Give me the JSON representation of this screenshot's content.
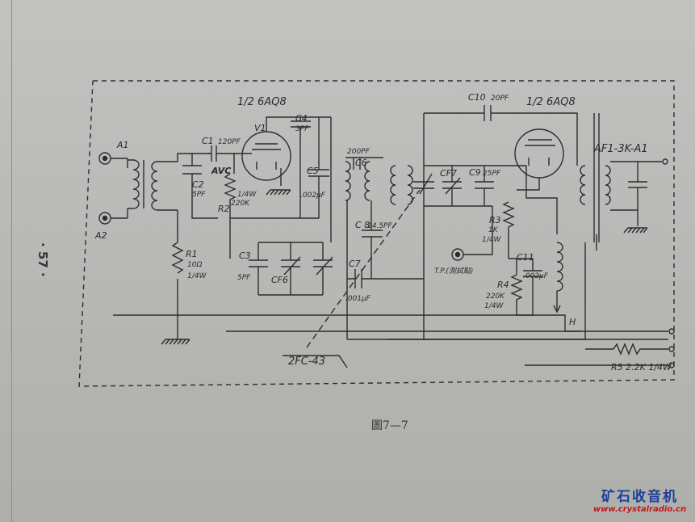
{
  "page_number": "· 57 ·",
  "caption": "圖7—7",
  "watermark": {
    "title": "矿石收音机",
    "url": "www.crystalradio.cn"
  },
  "labels": {
    "tube1": "1/2 6AQ8",
    "tube2": "1/2 6AQ8",
    "v1": "V1",
    "a1": "A1",
    "a2": "A2",
    "avc": "AVC",
    "c1": "C1",
    "c1_val": "120PF",
    "c2": "C2",
    "c2_val": "5PF",
    "c3": "C3",
    "c3_val": "5PF",
    "c4": "C4",
    "c4_val": "3PF",
    "c5": "C5",
    "c5_val": ".002μF",
    "c6": "C6",
    "c6_val": "200PF",
    "c7": "C7",
    "c7_val": ".001μF",
    "c8": "C 8",
    "c8_val": "14.5PF",
    "c9": "C9",
    "c9_val": "25PF",
    "c10": "C10",
    "c10_val": "20PF",
    "c11": "C11",
    "c11_val": ".002μF",
    "cf6": "CF6",
    "cf7": "CF7",
    "r1": "R1",
    "r1_val": "10Ω",
    "r1_w": "1/4W",
    "r2": "R2",
    "r2_w": "1/4W",
    "r2_val": "220K",
    "r3": "R3",
    "r3_val": "1K",
    "r3_w": "1/4W",
    "r4": "R4",
    "r4_val": "220K",
    "r4_w": "1/4W",
    "r5": "R5 2.2K 1/4W",
    "fc": "2FC-43",
    "af": "AF1-3K-A1",
    "tp": "T.P.(測試點)",
    "h": "H"
  }
}
